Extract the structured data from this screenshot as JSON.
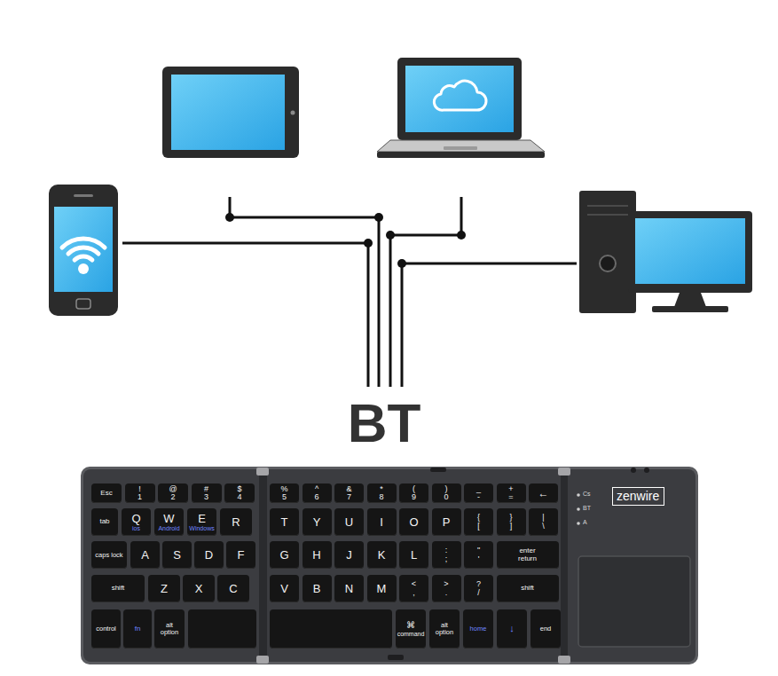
{
  "diagram": {
    "nodes": [
      {
        "text": [
          "zenwire"
        ]
      }
    ],
    "labels": [
      "BT",
      "Esc",
      "!",
      "1",
      "@",
      "2",
      "#",
      "3",
      "$",
      "4",
      "%",
      "5",
      "^",
      "6",
      "&",
      "7",
      "*",
      "8",
      "(",
      "9",
      ")",
      "0",
      "_",
      "-",
      "+",
      "=",
      "←",
      "tab",
      "Q",
      "ios",
      "W",
      "Android",
      "E",
      "Windows",
      "R",
      "T",
      "Y",
      "U",
      "I",
      "O",
      "P",
      "{",
      "[",
      "}",
      "]",
      "|",
      "\\",
      "caps lock",
      "A",
      "S",
      "D",
      "F",
      "G",
      "H",
      "J",
      "K",
      "L",
      ":",
      ";",
      "\"",
      "'",
      "enter",
      "return",
      "shift",
      "Z",
      "X",
      "C",
      "V",
      "B",
      "N",
      "M",
      "<",
      ",",
      ">",
      ".",
      "?",
      "/",
      "shift",
      "control",
      "fn",
      "alt",
      "option",
      "⌘",
      "command",
      "alt",
      "option",
      "home",
      "↓",
      "end",
      "Cs",
      "BT",
      "A"
    ]
  }
}
